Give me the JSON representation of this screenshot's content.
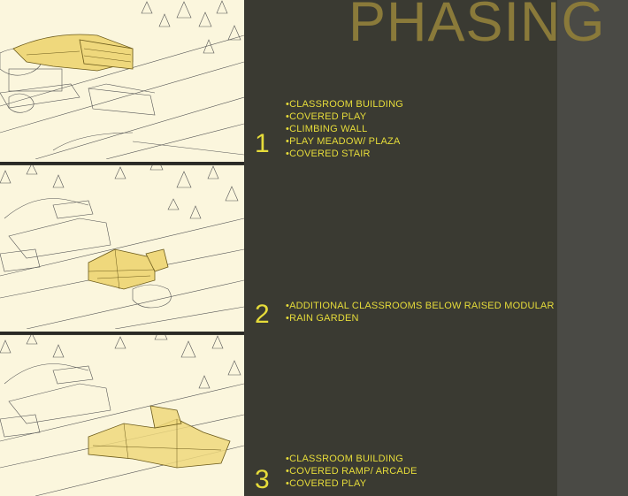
{
  "title": "PHASING",
  "colors": {
    "background": "#3a3a32",
    "stripe": "#4a4a45",
    "accent": "#e6dc3a",
    "title": "#8a7a3a",
    "panel": "#fbf6dd",
    "highlight": "#efd87c"
  },
  "phases": [
    {
      "number": "1",
      "items": [
        "CLASSROOM BUILDING",
        "COVERED PLAY",
        "CLIMBING WALL",
        "PLAY MEADOW/ PLAZA",
        "COVERED STAIR"
      ]
    },
    {
      "number": "2",
      "items": [
        "ADDITIONAL CLASSROOMS BELOW RAISED MODULAR",
        "RAIN GARDEN"
      ]
    },
    {
      "number": "3",
      "items": [
        "CLASSROOM BUILDING",
        "COVERED RAMP/ ARCADE",
        "COVERED PLAY"
      ]
    }
  ]
}
